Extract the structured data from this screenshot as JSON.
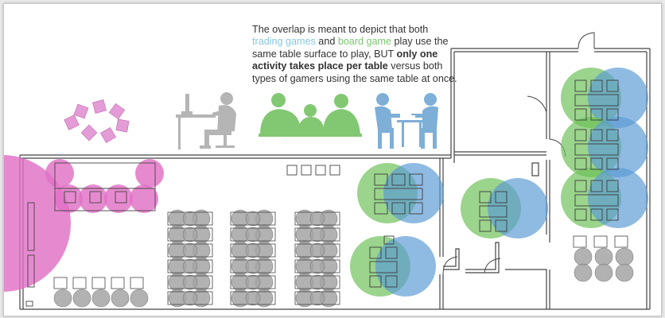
{
  "caption": {
    "part1": "The overlap is meant to depict that both ",
    "trading_games": "trading games",
    "part2": " and ",
    "board_game": "board game",
    "part3": " play use the same table surface to play, BUT ",
    "bold_text": "only one activity takes place per table",
    "part4": " versus both types of gamers using the same table at once."
  },
  "colors": {
    "trading_games": "#88c8de",
    "board_game": "#7cc771",
    "board_zone": "#6cc055",
    "trading_zone": "#5a9bd4",
    "pink_zone": "#e070c4",
    "gray_seat": "#a4a4a4",
    "silhouette_gray": "#b5b5b5",
    "silhouette_green": "#82c873",
    "silhouette_blue": "#7eafd6",
    "dice_pink": "#e39cd6"
  },
  "icons": {
    "dice": "dice-icon",
    "computer_gamer": "computer-gamer-icon",
    "board_gamers": "board-gamers-icon",
    "card_gamers": "card-gamers-icon"
  }
}
